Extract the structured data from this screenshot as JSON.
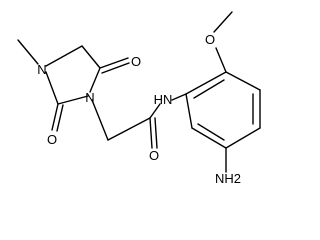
{
  "diagram": {
    "type": "chemical-structure",
    "atom_labels": {
      "methyl": "",
      "ring_n1": "N",
      "ring_n3": "N",
      "ring_o_top": "O",
      "ring_o_bottom": "O",
      "amide_o": "O",
      "amide_nh": "HN",
      "methoxy_o": "O",
      "amine": "NH2"
    },
    "colors": {
      "bond": "#000000",
      "background": "#ffffff"
    }
  }
}
